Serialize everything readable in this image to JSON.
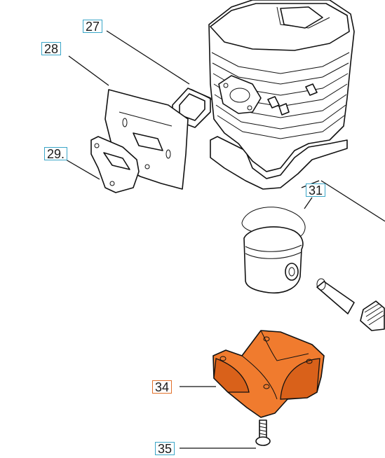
{
  "callouts": [
    {
      "id": "27",
      "label": "27",
      "highlight": false
    },
    {
      "id": "28",
      "label": "28",
      "highlight": false
    },
    {
      "id": "29",
      "label": "29.",
      "highlight": false
    },
    {
      "id": "31",
      "label": "31",
      "highlight": false
    },
    {
      "id": "34",
      "label": "34",
      "highlight": true
    },
    {
      "id": "35",
      "label": "35",
      "highlight": false
    }
  ],
  "colors": {
    "callout_border": "#3aa6c8",
    "highlight_border": "#e2702a",
    "highlight_part": "#f07b2e",
    "line": "#111111"
  }
}
